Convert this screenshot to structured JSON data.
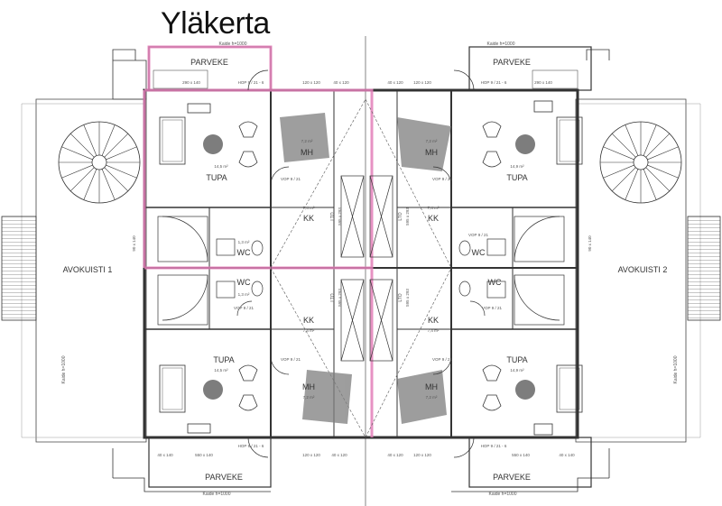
{
  "title": "Yläkerta",
  "colors": {
    "highlight": "#e37fb8",
    "walls": "#333333",
    "hatch": "#7d7d7d",
    "background": "#ffffff"
  },
  "labels": {
    "parveke": "PARVEKE",
    "tupa": "TUPA",
    "mh": "MH",
    "kk": "KK",
    "wc": "WC",
    "lto": "LTO",
    "avokuisti_1": "AVOKUISTI 1",
    "avokuisti_2": "AVOKUISTI 2",
    "kaide": "Kaide h=1000",
    "vop": "VOP 9 / 21",
    "hop": "HOP 9 / 21 - 6",
    "window_290": "290 x 140",
    "window_120": "120 x 120",
    "window_40": "40 x 120",
    "window_40_140": "40 x 140",
    "window_550": "550 x 140",
    "window_90": "90 x 140",
    "area_tupa": "14,9 m²",
    "area_tupa_b": "14,5 m²",
    "area_mh": "7,2 m²",
    "area_kk": "7,4 m²",
    "area_wc": "1,3 m²",
    "lto_dim": "595 x 293"
  }
}
